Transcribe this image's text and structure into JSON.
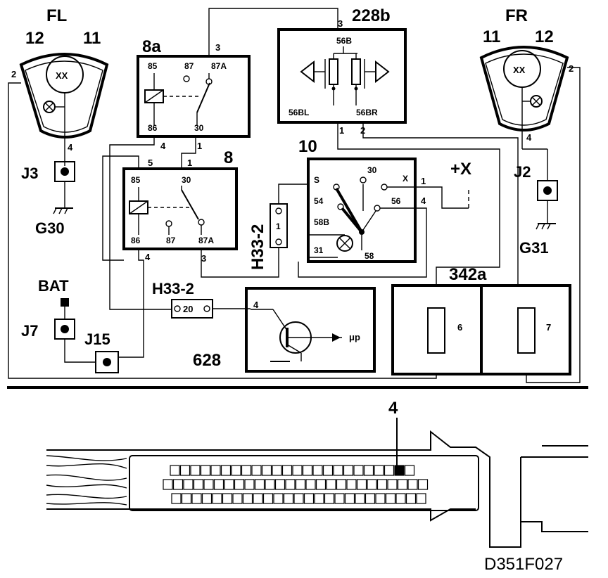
{
  "colors": {
    "ink": "#000000",
    "paper": "#ffffff"
  },
  "components": {
    "fl": {
      "label": "FL",
      "pin_a": "12",
      "pin_b": "11",
      "pin_side": "2",
      "pin_bottom": "4"
    },
    "fr": {
      "label": "FR",
      "pin_a": "11",
      "pin_b": "12",
      "pin_side": "2",
      "pin_bottom": "4"
    },
    "relay_8a": {
      "label": "8a",
      "pins": [
        "85",
        "87",
        "87A",
        "86",
        "30"
      ],
      "ext_top": "3",
      "ext_bl": "4",
      "ext_br": "1"
    },
    "relay_8": {
      "label": "8",
      "pins": [
        "85",
        "30",
        "86",
        "87",
        "87A"
      ],
      "ext_tl": "5",
      "ext_tm": "1",
      "ext_bl": "4",
      "ext_bm": "3"
    },
    "flasher_228b": {
      "label": "228b",
      "ext_top": "3",
      "pins": [
        "56B",
        "56BL",
        "56BR"
      ],
      "ext_b1": "1",
      "ext_b2": "2"
    },
    "switch_10": {
      "label": "10",
      "pins": [
        "S",
        "30",
        "X",
        "54",
        "56",
        "58B",
        "31",
        "58"
      ],
      "ext_1": "1",
      "ext_4": "4",
      "supply": "+X"
    },
    "j3": "J3",
    "g30": "G30",
    "j2": "J2",
    "g31": "G31",
    "bat": "BAT",
    "j7": "J7",
    "j15": "J15",
    "h33_vertical": {
      "label": "H33-2",
      "pin": "1"
    },
    "h33_horizontal": {
      "label": "H33-2",
      "pin": "20"
    },
    "ecu_628": {
      "label": "628",
      "pin": "4",
      "signal": "μp"
    },
    "fuse_342a": {
      "label": "342a",
      "fuse_a": "6",
      "fuse_b": "7"
    }
  },
  "connector": {
    "callout": "4"
  },
  "figure_id": "D351F027"
}
